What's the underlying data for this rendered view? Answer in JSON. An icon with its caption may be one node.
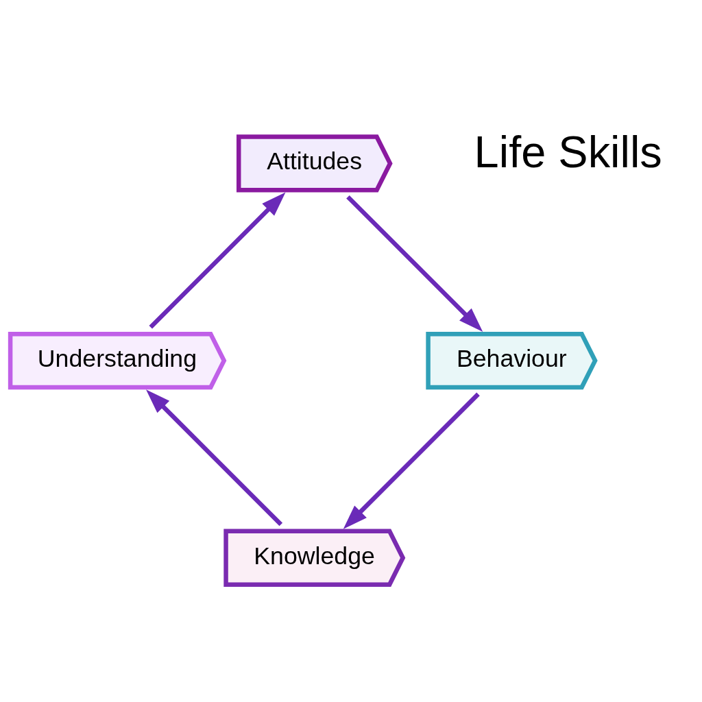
{
  "diagram": {
    "nodes": [
      {
        "text": [
          "Knowledge"
        ]
      },
      {
        "text": [
          "Understanding"
        ]
      },
      {
        "text": [
          "Attitudes"
        ]
      },
      {
        "text": [
          "Behaviour"
        ]
      }
    ],
    "edges": [
      {
        "from": 0,
        "to": 1,
        "arrow": "to"
      },
      {
        "from": 1,
        "to": 2,
        "arrow": "to"
      },
      {
        "from": 2,
        "to": 3,
        "arrow": "to"
      },
      {
        "from": 3,
        "to": 0,
        "arrow": "to"
      }
    ],
    "labels": [
      "Life Skills"
    ]
  }
}
